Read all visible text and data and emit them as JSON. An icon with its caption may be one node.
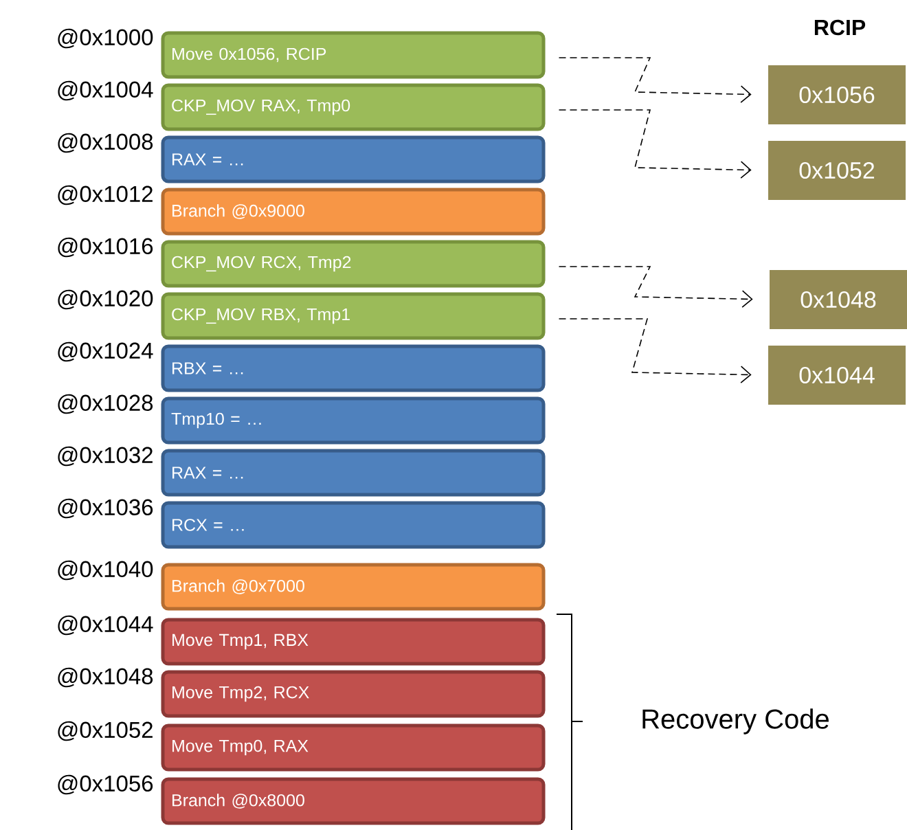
{
  "diagram": {
    "title": "RCIP",
    "nodes": [
      {
        "text": [
          "Move 0x1056, RCIP"
        ],
        "beside": [
          "@0x1000"
        ]
      },
      {
        "text": [
          "CKP_MOV RAX, Tmp0"
        ],
        "beside": [
          "@0x1004"
        ]
      },
      {
        "text": [
          "RAX = …"
        ],
        "beside": [
          "@0x1008"
        ]
      },
      {
        "text": [
          "Branch @0x9000"
        ],
        "beside": [
          "@0x1012"
        ]
      },
      {
        "text": [
          "CKP_MOV RCX, Tmp2"
        ],
        "beside": [
          "@0x1016"
        ]
      },
      {
        "text": [
          "CKP_MOV RBX, Tmp1"
        ],
        "beside": [
          "@0x1020"
        ]
      },
      {
        "text": [
          "RBX = …"
        ],
        "beside": [
          "@0x1024"
        ]
      },
      {
        "text": [
          "Tmp10 = …"
        ],
        "beside": [
          "@0x1028"
        ]
      },
      {
        "text": [
          "RAX = …"
        ],
        "beside": [
          "@0x1032"
        ]
      },
      {
        "text": [
          "RCX = …"
        ],
        "beside": [
          "@0x1036"
        ]
      },
      {
        "text": [
          "Branch @0x7000"
        ],
        "beside": [
          "@0x1040"
        ]
      },
      {
        "text": [
          "Move Tmp1, RBX"
        ],
        "beside": [
          "@0x1044"
        ]
      },
      {
        "text": [
          "Move Tmp2, RCX"
        ],
        "beside": [
          "@0x1048"
        ]
      },
      {
        "text": [
          "Move Tmp0, RAX"
        ],
        "beside": [
          "@0x1052"
        ]
      },
      {
        "text": [
          "Branch @0x8000"
        ],
        "beside": [
          "@0x1056"
        ]
      },
      {
        "text": [
          "0x1056"
        ]
      },
      {
        "text": [
          "0x1052"
        ]
      },
      {
        "text": [
          "0x1048"
        ]
      },
      {
        "text": [
          "0x1044"
        ]
      }
    ],
    "edges": [
      {
        "from": 0,
        "to": 15,
        "arrow": "to",
        "style": "dashed"
      },
      {
        "from": 1,
        "to": 16,
        "arrow": "to",
        "style": "dashed"
      },
      {
        "from": 4,
        "to": 17,
        "arrow": "to",
        "style": "dashed"
      },
      {
        "from": 5,
        "to": 18,
        "arrow": "to",
        "style": "dashed"
      }
    ],
    "labels": [
      "Recovery Code"
    ]
  }
}
